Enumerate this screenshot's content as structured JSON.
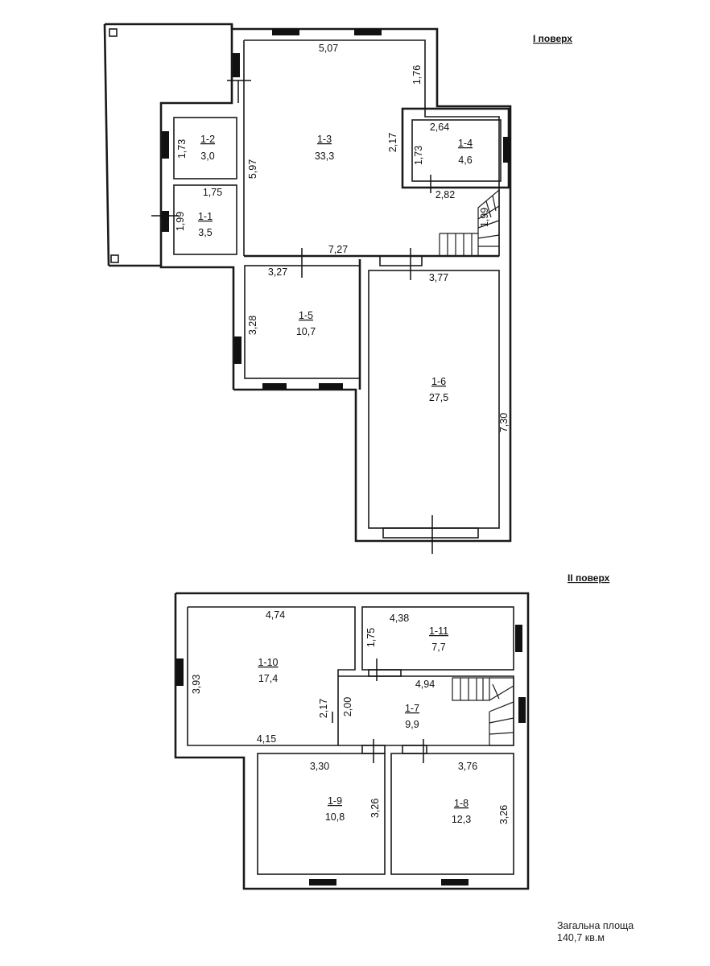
{
  "floors": {
    "first": {
      "title": "I поверх"
    },
    "second": {
      "title": "II поверх"
    }
  },
  "rooms": {
    "r1_1": {
      "id": "1-1",
      "area": "3,5"
    },
    "r1_2": {
      "id": "1-2",
      "area": "3,0"
    },
    "r1_3": {
      "id": "1-3",
      "area": "33,3"
    },
    "r1_4": {
      "id": "1-4",
      "area": "4,6"
    },
    "r1_5": {
      "id": "1-5",
      "area": "10,7"
    },
    "r1_6": {
      "id": "1-6",
      "area": "27,5"
    },
    "r1_7": {
      "id": "1-7",
      "area": "9,9"
    },
    "r1_8": {
      "id": "1-8",
      "area": "12,3"
    },
    "r1_9": {
      "id": "1-9",
      "area": "10,8"
    },
    "r1_10": {
      "id": "1-10",
      "area": "17,4"
    },
    "r1_11": {
      "id": "1-11",
      "area": "7,7"
    }
  },
  "dims": {
    "d507": "5,07",
    "d176": "1,76",
    "d597": "5,97",
    "d217a": "2,17",
    "d264": "2,64",
    "d173a": "1,73",
    "d282": "2,82",
    "d173b": "1,73",
    "d175a": "1,75",
    "d199": "1,99",
    "d727": "7,27",
    "d327": "3,27",
    "d377": "3,77",
    "d328": "3,28",
    "d730": "7,30",
    "d199s": "1,99",
    "d474": "4,74",
    "d393": "3,93",
    "d415": "4,15",
    "d217b": "2,17",
    "d438": "4,38",
    "d175b": "1,75",
    "d494": "4,94",
    "d200": "2,00",
    "d330": "3,30",
    "d326a": "3,26",
    "d376": "3,76",
    "d326b": "3,26"
  },
  "total": {
    "label": "Загальна площа",
    "value": "140,7 кв.м"
  }
}
